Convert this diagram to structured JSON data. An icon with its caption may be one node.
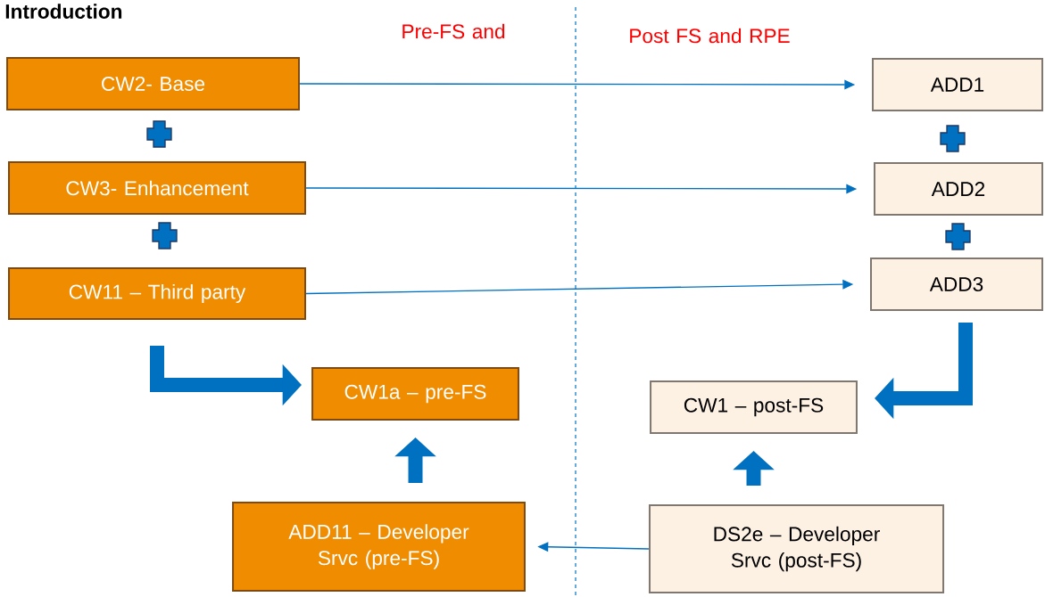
{
  "diagram": {
    "title": "Introduction",
    "nodes": [
      {
        "text": [
          "CW2- Base"
        ]
      },
      {
        "text": [
          "CW3- Enhancement"
        ]
      },
      {
        "text": [
          "CW11 – Third party"
        ]
      },
      {
        "text": [
          "ADD1"
        ]
      },
      {
        "text": [
          "ADD2"
        ]
      },
      {
        "text": [
          "ADD3"
        ]
      },
      {
        "text": [
          "CW1a – pre-FS"
        ]
      },
      {
        "text": [
          "CW1 – post-FS"
        ]
      },
      {
        "text": [
          "ADD11 – Developer Srvc (pre-FS)"
        ]
      },
      {
        "text": [
          "DS2e – Developer Srvc (post-FS)"
        ]
      }
    ],
    "edges": [
      {
        "from": 0,
        "to": 3,
        "arrow": "to"
      },
      {
        "from": 1,
        "to": 4,
        "arrow": "to"
      },
      {
        "from": 2,
        "to": 5,
        "arrow": "to"
      },
      {
        "from": 2,
        "to": 6,
        "arrow": "to",
        "style": "thick"
      },
      {
        "from": 5,
        "to": 7,
        "arrow": "to",
        "style": "thick"
      },
      {
        "from": 8,
        "to": 6,
        "arrow": "to",
        "style": "thick"
      },
      {
        "from": 9,
        "to": 7,
        "arrow": "to",
        "style": "thick"
      },
      {
        "from": 9,
        "to": 8,
        "arrow": "to"
      }
    ],
    "labels": [
      "Pre-FS and",
      "Post FS and RPE"
    ]
  }
}
